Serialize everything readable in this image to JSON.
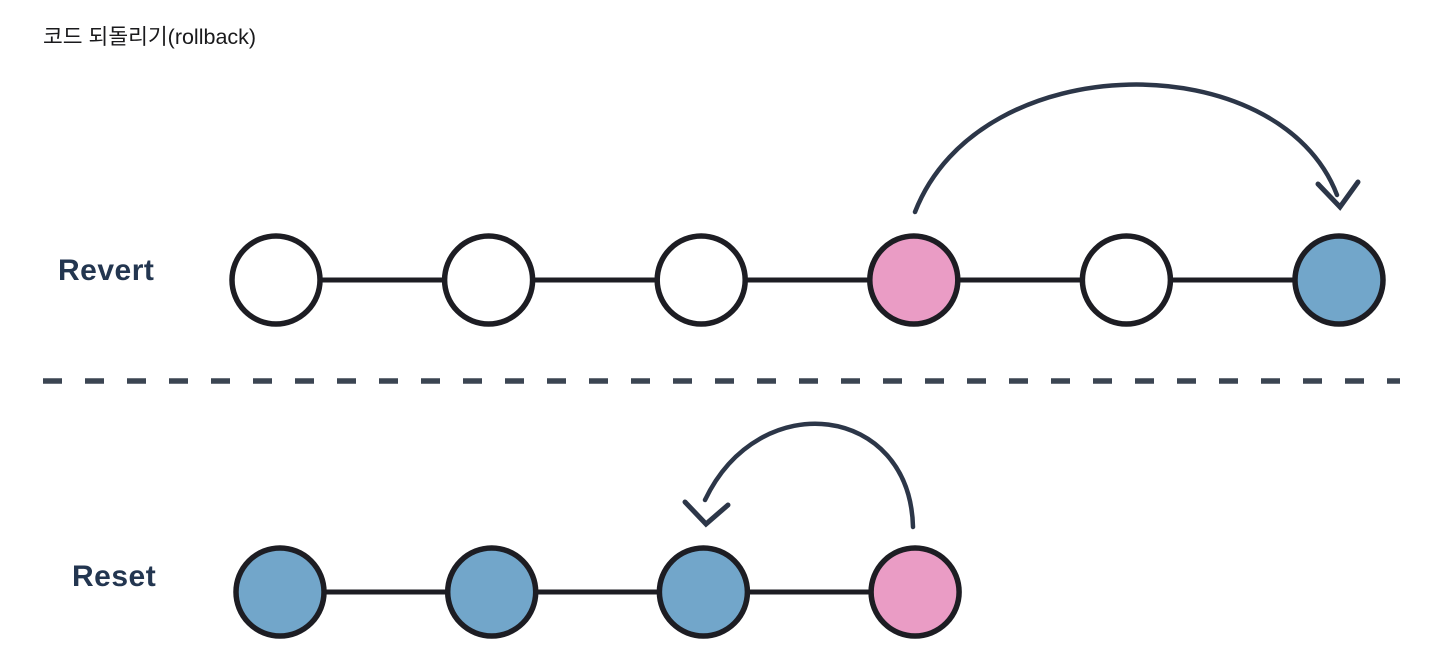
{
  "title": "코드 되돌리기(rollback)",
  "colors": {
    "background": "#ffffff",
    "title_text": "#1a1a1c",
    "label_text": "#233650",
    "node_border": "#1d1d23",
    "connector": "#1d1d23",
    "arrow": "#2c3648",
    "divider": "#3b4552",
    "pink": "#ea9cc5",
    "blue": "#72a6ca",
    "white": "#ffffff"
  },
  "diagram": {
    "rows": [
      {
        "id": "revert",
        "label": "Revert",
        "nodes": [
          "white",
          "white",
          "white",
          "pink",
          "white",
          "blue"
        ],
        "arrow": {
          "from_node": 4,
          "to_node": 6,
          "direction": "forward"
        }
      },
      {
        "id": "reset",
        "label": "Reset",
        "nodes": [
          "blue",
          "blue",
          "blue",
          "pink"
        ],
        "arrow": {
          "from_node": 4,
          "to_node": 3,
          "direction": "backward"
        }
      }
    ],
    "divider": {
      "style": "dashed"
    }
  }
}
